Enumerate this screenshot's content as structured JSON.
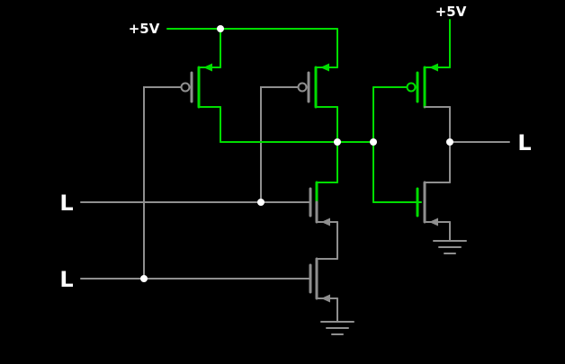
{
  "colors": {
    "background": "#000000",
    "high": "#00dd00",
    "low": "#8f8f8f",
    "dot": "#ffffff",
    "label": "#ffffff"
  },
  "labels": {
    "vdd_nand": "+5V",
    "vdd_inverter": "+5V",
    "input_a": "L",
    "input_b": "L",
    "output": "L"
  }
}
